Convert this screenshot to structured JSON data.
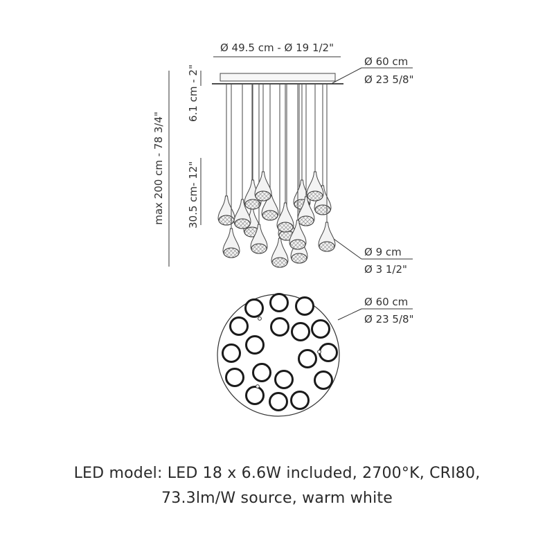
{
  "dimensions": {
    "top_width": "Ø 49.5 cm - Ø 19 1/2\"",
    "canopy_diameter_cm": "Ø 60 cm",
    "canopy_diameter_in": "Ø 23 5/8\"",
    "canopy_height": "6.1 cm - 2\"",
    "max_height": "max 200 cm - 78 3/4\"",
    "pendant_height": "30.5 cm- 12\"",
    "pendant_diameter_cm": "Ø 9 cm",
    "pendant_diameter_in": "Ø 3 1/2\"",
    "plan_diameter_cm": "Ø 60 cm",
    "plan_diameter_in": "Ø 23 5/8\""
  },
  "spec": {
    "line1": "LED model: LED 18 x 6.6W included, 2700°K, CRI80,",
    "line2": "73.3lm/W source, warm white"
  },
  "lamp_count": 18
}
